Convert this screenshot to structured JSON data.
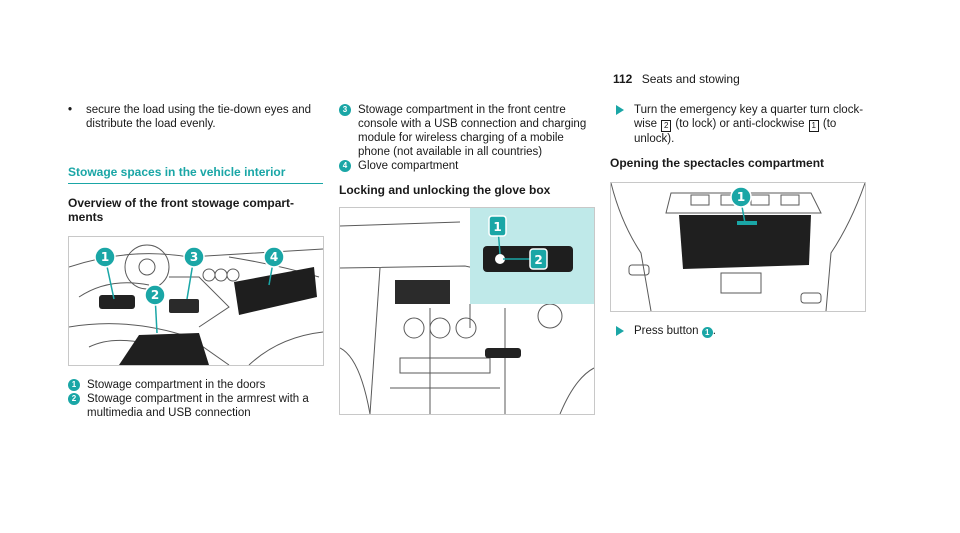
{
  "header": {
    "page_number": "112",
    "section": "Seats and stowing"
  },
  "col1": {
    "bullet": "secure the load using the tie-down eyes and distribute the load evenly.",
    "section_title": "Stowage spaces in the vehicle interior",
    "subheading": "Overview of the front stowage compart- ments",
    "figure_callouts": [
      "1",
      "2",
      "3",
      "4"
    ],
    "items": [
      {
        "num": "1",
        "text": "Stowage compartment in the doors"
      },
      {
        "num": "2",
        "text": "Stowage compartment in the armrest with a multimedia and USB connection"
      }
    ]
  },
  "col2": {
    "items": [
      {
        "num": "3",
        "text": "Stowage compartment in the front centre console with a USB connection and charging module for wireless charging of a mobile phone (not available in all countries)"
      },
      {
        "num": "4",
        "text": "Glove compartment"
      }
    ],
    "subheading": "Locking and unlocking the glove box",
    "figure_callouts": [
      "1",
      "2"
    ]
  },
  "col3": {
    "step1_a": "Turn the emergency key a quarter turn clock- wise ",
    "step1_key2": "2",
    "step1_b": " (to lock) or anti-clockwise ",
    "step1_key1": "1",
    "step1_c": " (to unlock).",
    "subheading": "Opening the spectacles compartment",
    "figure_callouts": [
      "1"
    ],
    "step2_a": "Press button ",
    "step2_num": "1",
    "step2_b": "."
  },
  "colors": {
    "accent": "#1aa6a6",
    "panel": "#bfe9e9",
    "line": "#4a4a4a"
  }
}
